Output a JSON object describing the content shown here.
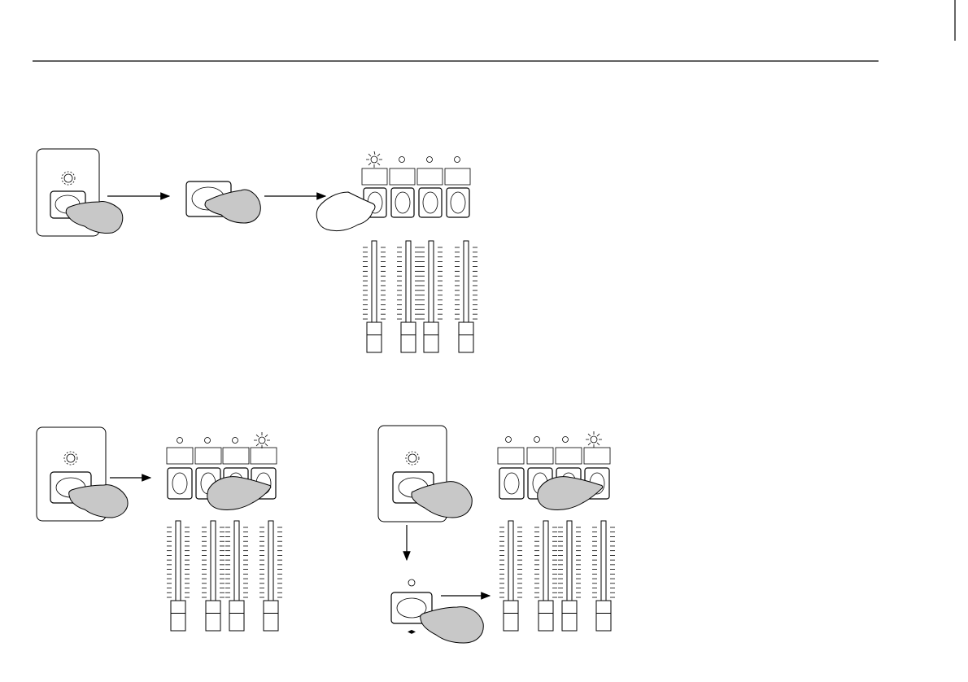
{
  "colors": {
    "ink": "#000000",
    "hand_fill": "#c8c8c8",
    "background": "#ffffff"
  },
  "icons": [
    "led-icon",
    "led-lit-icon",
    "hand-icon",
    "arrow-icon",
    "left-right-arrows-icon"
  ],
  "diagram": {
    "step1": {
      "description_items": [
        "mode-button",
        "record-button",
        "channel-flash-buttons",
        "faders"
      ],
      "lit_channel": 1,
      "channel_count": 4
    },
    "step2": {
      "lit_channel": 4,
      "channel_count": 4
    },
    "step3": {
      "lit_channel": 4,
      "channel_count": 4,
      "nav_symbol": "◂▸"
    }
  }
}
